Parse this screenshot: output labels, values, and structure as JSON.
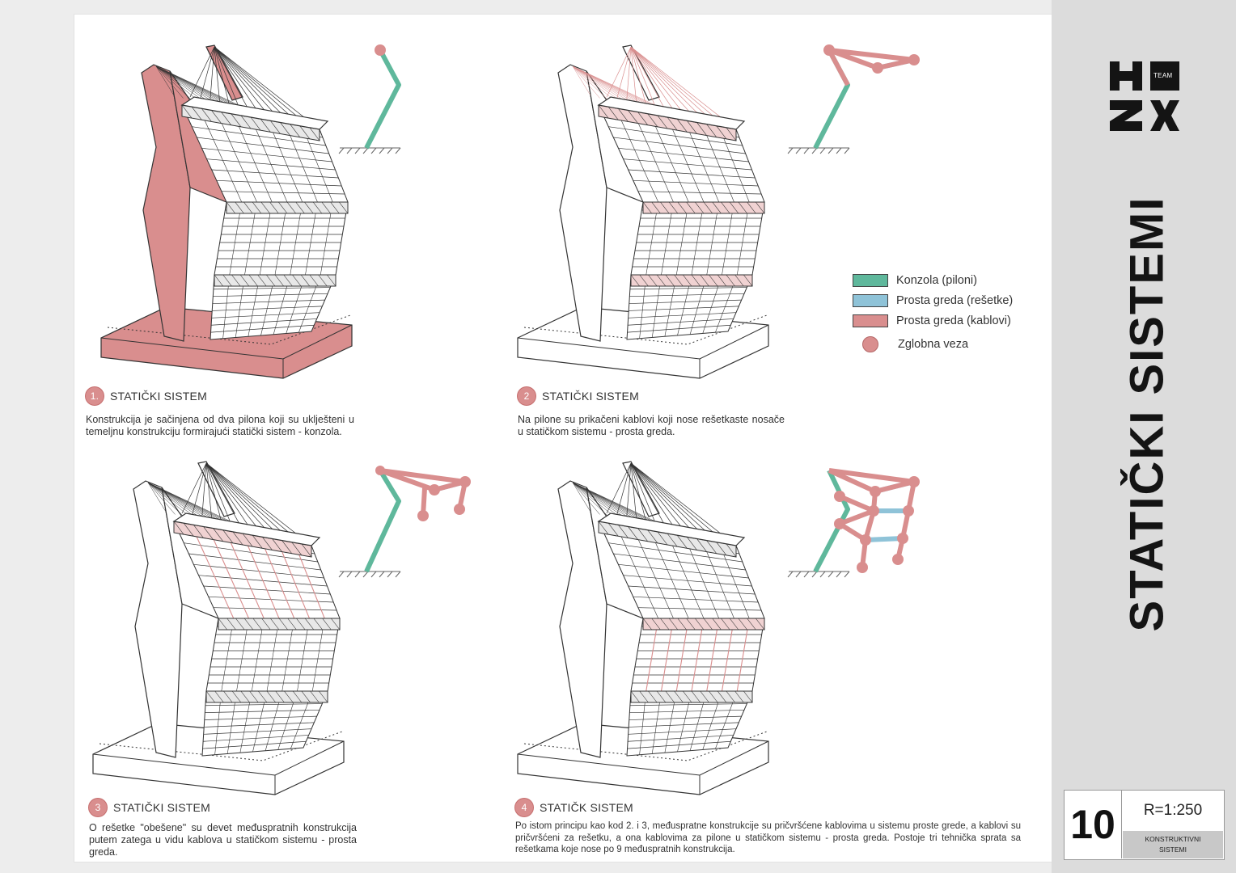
{
  "sheet": {
    "title": "STATIČKI SISTEMI",
    "page_number": "10",
    "scale": "R=1:250",
    "section_line1": "KONSTRUKTIVNI",
    "section_line2": "SISTEMI",
    "logo_badge": "TEAM"
  },
  "legend": [
    {
      "label": "Konzola (piloni)",
      "color": "#5fb89c",
      "type": "swatch"
    },
    {
      "label": "Prosta greda (rešetke)",
      "color": "#8fc3d8",
      "type": "swatch"
    },
    {
      "label": "Prosta greda (kablovi)",
      "color": "#d98e8e",
      "type": "swatch"
    },
    {
      "label": "Zglobna veza",
      "color": "#d98e8e",
      "type": "dot"
    }
  ],
  "panels": [
    {
      "number": "1.",
      "title": "STATIČKI SISTEM",
      "text": "Konstrukcija je sačinjena od dva pilona koji su uklješteni u temeljnu konstrukciju formirajući statički sistem - konzola."
    },
    {
      "number": "2",
      "title": "STATIČKI SISTEM",
      "text": "Na pilone su prikačeni kablovi koji nose rešetkaste nosače u statičkom sistemu - prosta greda."
    },
    {
      "number": "3",
      "title": "STATIČKI SISTEM",
      "text": "O rešetke \"obešene\" su devet međuspratnih konstrukcija putem zatega u vidu kablova u statičkom sistemu - prosta greda."
    },
    {
      "number": "4",
      "title": "STATIČK SISTEM",
      "text": "Po istom principu kao kod 2. i 3, međuspratne konstrukcije su pričvršćene kablovima u sistemu proste grede, a kablovi su pričvršćeni za rešetku, a ona kablovima za pilone u statičkom sistemu - prosta greda. Postoje tri tehnička sprata sa rešetkama koje nose po 9 međuspratnih konstrukcija."
    }
  ],
  "colors": {
    "pylon": "#d98e8e",
    "konzola": "#5fb89c",
    "truss": "#8fc3d8",
    "line": "#333333"
  }
}
